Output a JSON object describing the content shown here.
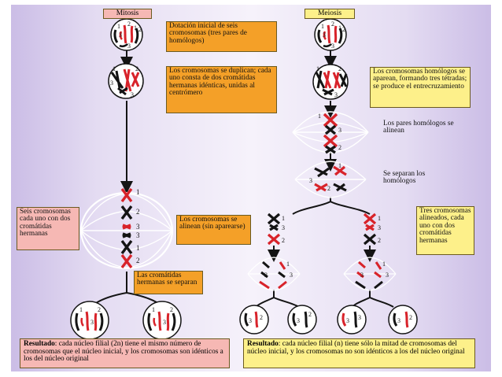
{
  "titles": {
    "mitosis": "Mitosis",
    "meiosis": "Meiosis"
  },
  "mitosis_labels": {
    "initial": "Dotación inicial de seis cromosomas (tres pares de homólogos)",
    "duplicate": "Los cromosomas se duplican; cada uno consta de dos cromátidas hermanas idénticas, unidas al centrómero",
    "side": "Seis cromosomas cada uno con dos cromátidas hermanas",
    "align": "Los cromosomas se alinean (sin aparearse)",
    "separate": "Las cromátidas hermanas se separan"
  },
  "meiosis_labels": {
    "pair": "Los cromosomas homólogos se aparean, formando tres tétradas; se produce el entrecruzamiento",
    "align_pairs": "Los pares homólogos se alinean",
    "separate_homologs": "Se separan los homólogos",
    "three": "Tres cromosomas alineados, cada uno con dos cromátidas hermanas"
  },
  "results": {
    "mitosis_bold": "Resultado",
    "mitosis_text": ": cada núcleo filial (2n) tiene el mismo número de cromosomas que el núcleo inicial, y los cromosomas son idénticos a los del núcleo original",
    "meiosis_bold": "Resultado",
    "meiosis_text": ": cada núcleo filial (n) tiene sólo la mitad de cromosomas del núcleo inicial, y los cromosomas no son idénticos a los del núcleo original"
  },
  "chromosome_numbers": {
    "one": "1",
    "two": "2",
    "three": "3"
  },
  "colors": {
    "red": "#d8232a",
    "black": "#141414",
    "orange": "#f4a028",
    "yellow": "#fdf08a",
    "pink": "#f6b8b4"
  }
}
